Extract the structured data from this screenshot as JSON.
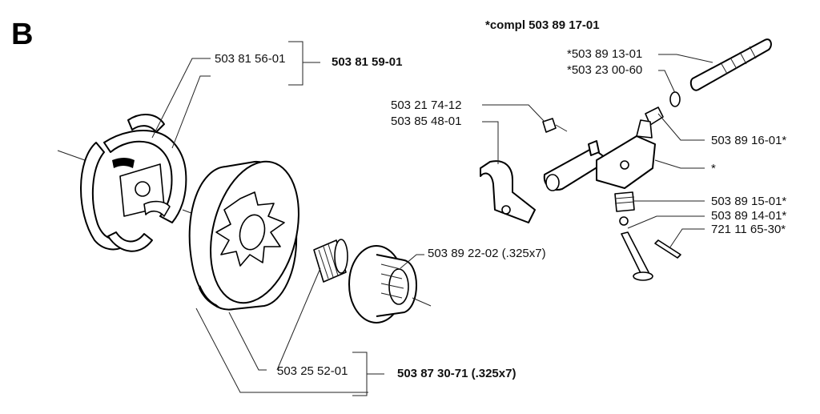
{
  "section_letter": "B",
  "header_note": "*compl 503 89 17-01",
  "left_group": {
    "part_a": "503 81 56-01",
    "assembly_a": "503 81 59-01",
    "part_b": "503 25 52-01",
    "assembly_b": "503 87 30-71 (.325x7)",
    "sprocket": "503 89 22-02 (.325x7)"
  },
  "right_group": {
    "p1": "*503 89 13-01",
    "p2": "*503 23 00-60",
    "p3": "503 21 74-12",
    "p4": "503 85 48-01",
    "p5": "503 89 16-01*",
    "p6": "*",
    "p7": "503 89 15-01*",
    "p8": "503 89 14-01*",
    "p9": "721 11 65-30*"
  }
}
